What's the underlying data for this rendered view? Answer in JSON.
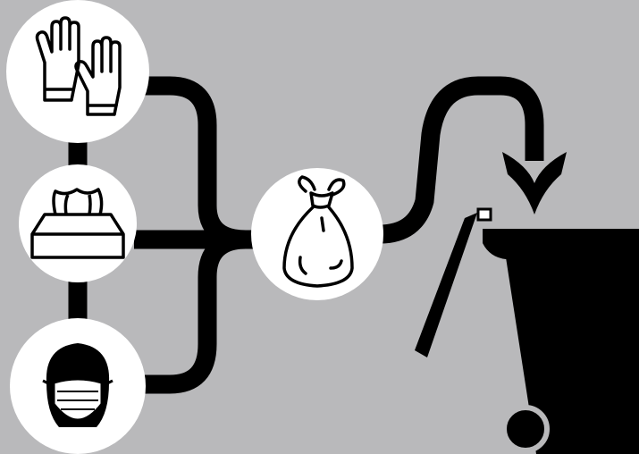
{
  "colors": {
    "background": "#b9b9bb",
    "ink": "#000000",
    "circle_fill": "#ffffff"
  },
  "steps": [
    {
      "id": "gloves",
      "icon": "gloves-icon"
    },
    {
      "id": "tissues",
      "icon": "tissue-box-icon"
    },
    {
      "id": "mask",
      "icon": "face-mask-icon"
    },
    {
      "id": "bag",
      "icon": "tied-rubbish-bag-icon"
    },
    {
      "id": "bin",
      "icon": "wheelie-bin-icon"
    }
  ]
}
